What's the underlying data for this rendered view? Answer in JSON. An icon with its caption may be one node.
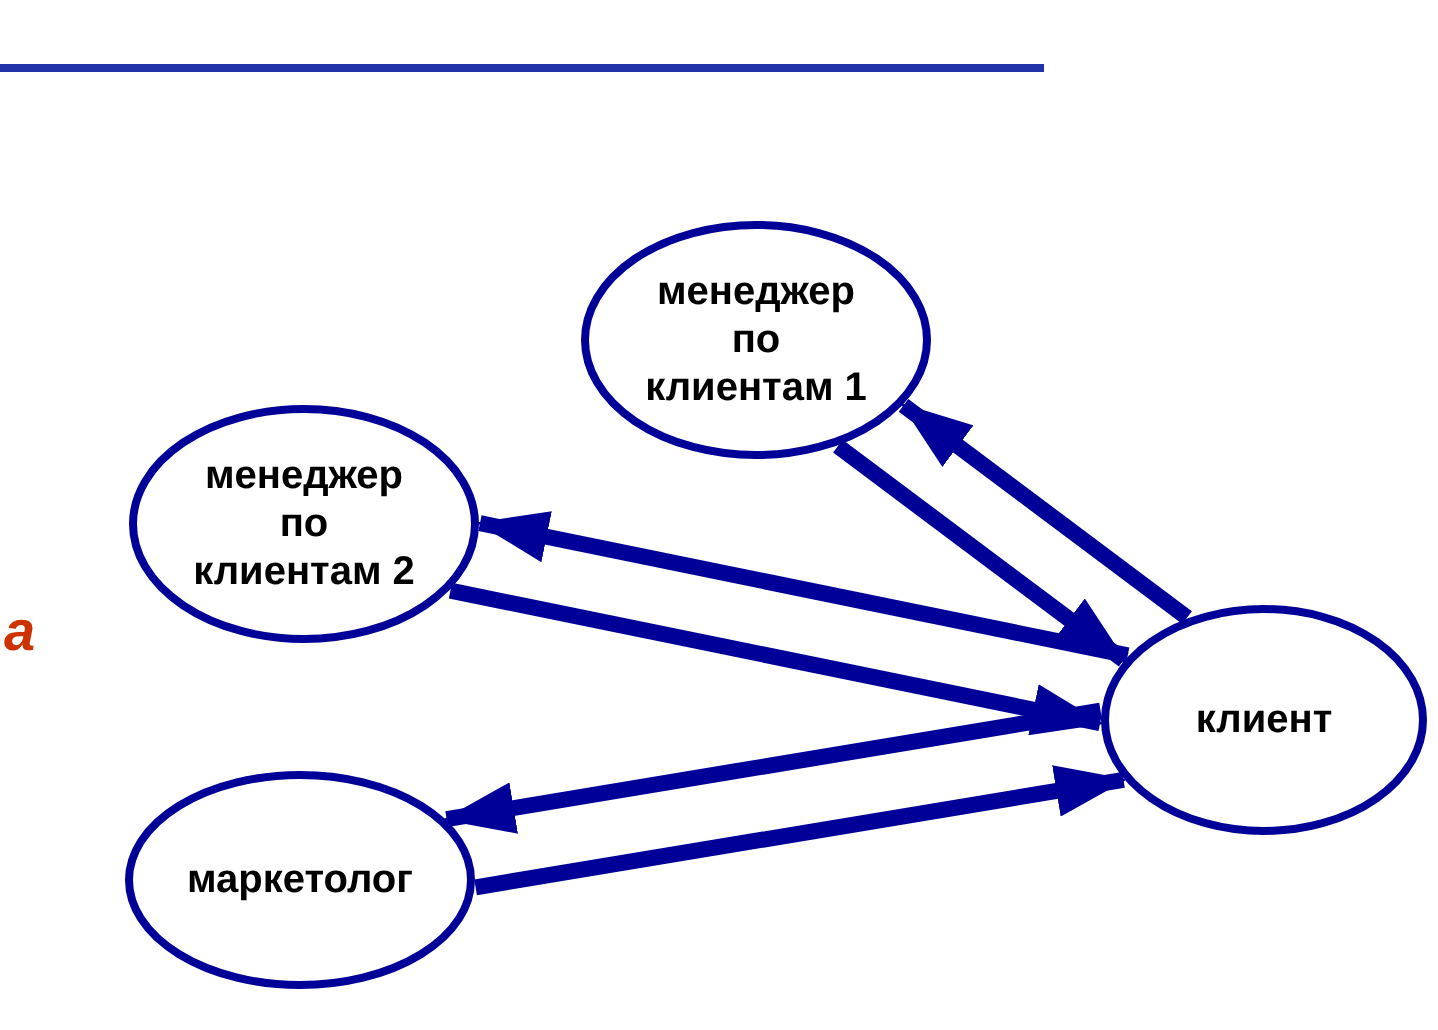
{
  "diagram": {
    "nodes": [
      {
        "text": [
          "менеджер по клиентам 1"
        ]
      },
      {
        "text": [
          "менеджер по клиентам 2"
        ]
      },
      {
        "text": [
          "клиент"
        ]
      },
      {
        "text": [
          "маркетолог"
        ]
      }
    ],
    "edges": [
      {
        "from": 0,
        "to": 2,
        "arrow": "to"
      },
      {
        "from": 2,
        "to": 0,
        "arrow": "to"
      },
      {
        "from": 1,
        "to": 2,
        "arrow": "to"
      },
      {
        "from": 2,
        "to": 1,
        "arrow": "to"
      },
      {
        "from": 3,
        "to": 2,
        "arrow": "to"
      },
      {
        "from": 2,
        "to": 3,
        "arrow": "to"
      }
    ],
    "labels": [
      "а"
    ]
  }
}
